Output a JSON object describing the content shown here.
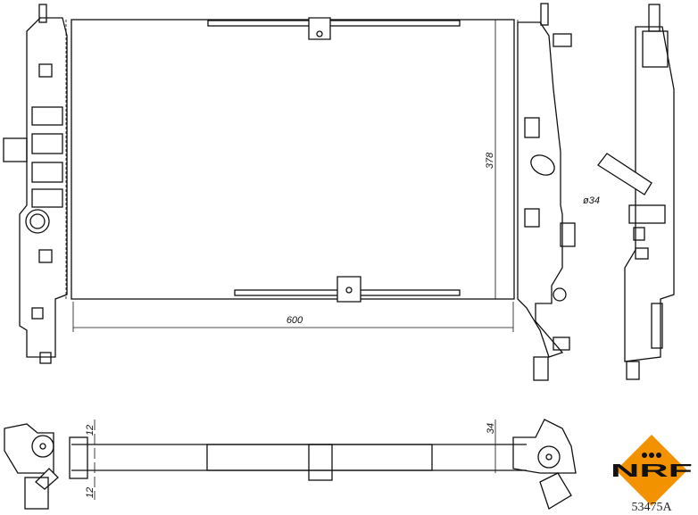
{
  "drawing": {
    "dimensions": {
      "width": "600",
      "height": "378",
      "core_thickness": "34",
      "pipe_diameter": "ø34",
      "offset_top": "12",
      "offset_bottom": "12"
    }
  },
  "logo": {
    "brand": "NRF",
    "color": "#F39200",
    "part_number": "53475A"
  }
}
